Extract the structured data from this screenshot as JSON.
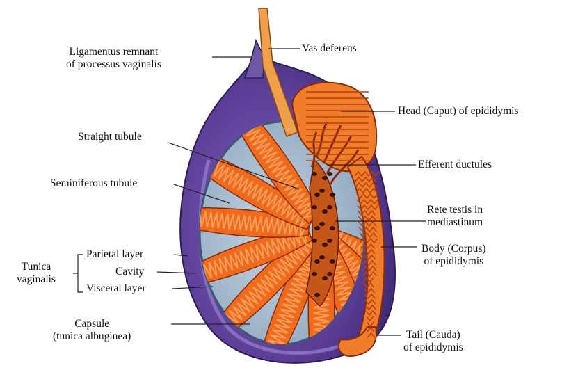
{
  "colors": {
    "outer_sac": "#5b3d96",
    "sac_dark": "#3f2a73",
    "capsule": "#a9bdd0",
    "capsule_edge": "#4a6a8a",
    "tubule": "#f06a1e",
    "tubule_light": "#f7a05b",
    "tubule_dark": "#8a2a08",
    "epididymis": "#ef7d2a",
    "vas": "#f0a04a",
    "leader": "#222222"
  },
  "labels": {
    "ligament": [
      "Ligamentus remnant",
      "of processus vaginalis"
    ],
    "vas_deferens": "Vas deferens",
    "head": "Head (Caput) of epididymis",
    "straight_tubule": "Straight tubule",
    "efferent": "Efferent ductules",
    "seminiferous": "Seminiferous tubule",
    "rete": [
      "Rete testis in",
      "mediastinum"
    ],
    "tunica": [
      "Tunica",
      "vaginalis"
    ],
    "parietal": "Parietal layer",
    "cavity": "Cavity",
    "visceral": "Visceral layer",
    "body": [
      "Body (Corpus)",
      "of epididymis"
    ],
    "capsule": [
      "Capsule",
      "(tunica albuginea)"
    ],
    "tail": [
      "Tail (Cauda)",
      "of epididymis"
    ]
  }
}
